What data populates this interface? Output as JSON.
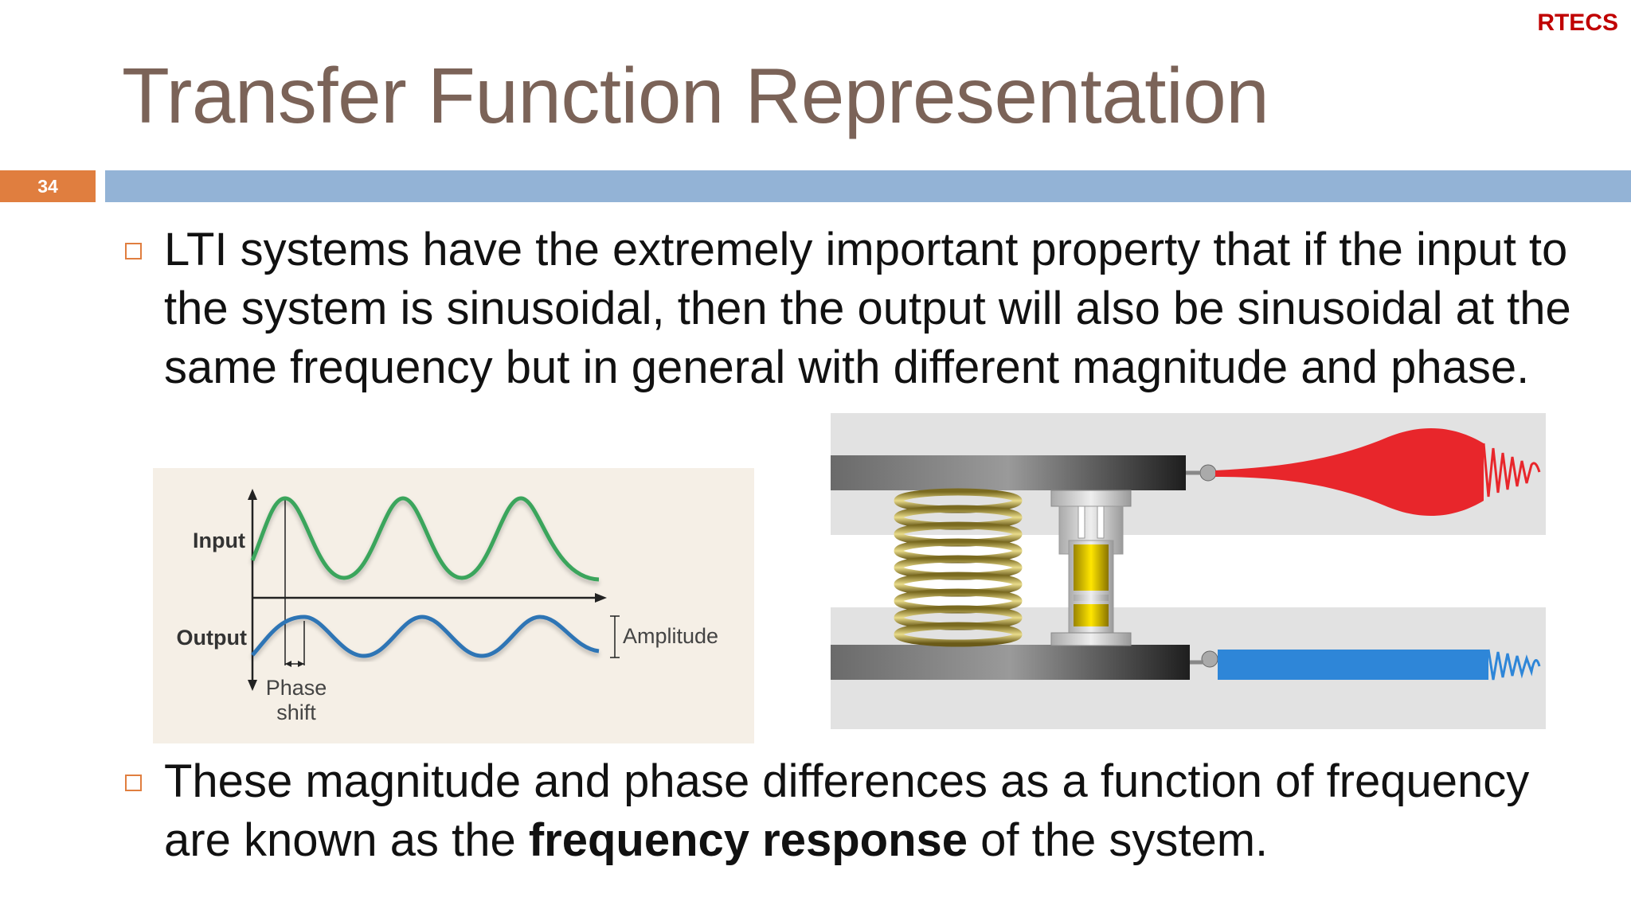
{
  "header": {
    "brand": "RTECS",
    "title": "Transfer Function Representation",
    "slide_number": "34"
  },
  "bullets": [
    {
      "text": "LTI systems have the extremely important property that if the input to the system is sinusoidal, then the output will also be sinusoidal at the same frequency but in general with different magnitude and phase."
    },
    {
      "text_before": "These magnitude and phase differences as a function of frequency are known as the ",
      "text_bold": "frequency response",
      "text_after": " of the system."
    }
  ],
  "wave_figure": {
    "input_label": "Input",
    "output_label": "Output",
    "amplitude_label": "Amplitude",
    "phase_label_line1": "Phase",
    "phase_label_line2": "shift",
    "input_color": "#3aa55c",
    "output_color": "#2f74b5"
  },
  "spring_figure": {
    "top_signal_color": "#e8262b",
    "bottom_signal_color": "#2e86d8",
    "spring_color": "#b8a44a",
    "damper_color": "#d8c000"
  },
  "icons": [
    "bullet-square-icon"
  ]
}
